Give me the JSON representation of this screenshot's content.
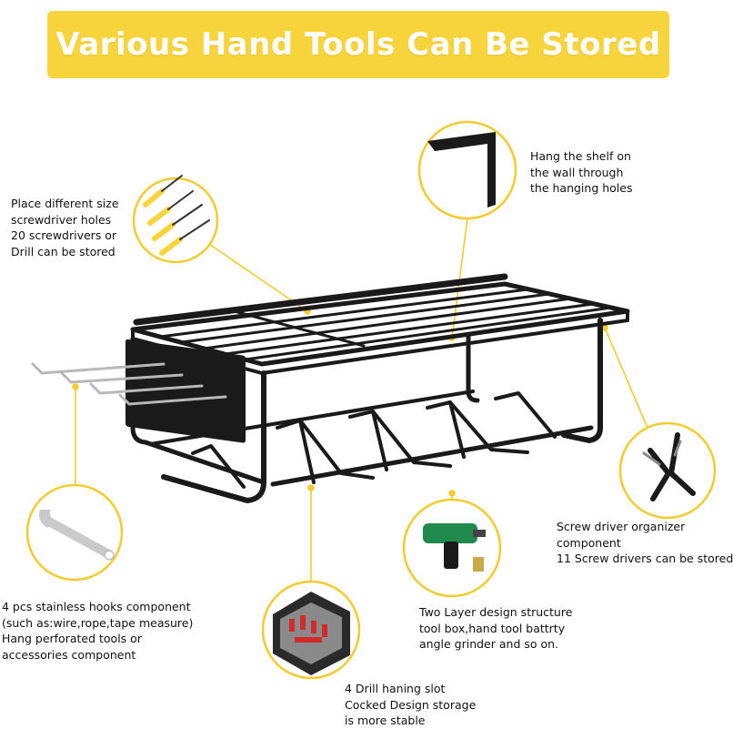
{
  "banner": {
    "title": "Various Hand Tools Can Be Stored"
  },
  "callouts": {
    "hanging_holes": [
      "Hang the shelf on",
      "the wall through",
      "the hanging holes"
    ],
    "screwdriver_holes": [
      "Place different size",
      "screwdriver holes",
      "20 screwdrivers or",
      "Drill can be stored"
    ],
    "organizer": [
      "Screw driver organizer",
      "component",
      "11 Screw drivers can be stored"
    ],
    "hooks": [
      "4 pcs stainless hooks component",
      "(such as:wire,rope,tape measure)",
      "Hang perforated tools or",
      "accessories component"
    ],
    "two_layer": [
      "Two Layer design structure",
      "tool box,hand tool battrty",
      "angle grinder and so on."
    ],
    "drill_slot": [
      "4 Drill haning slot",
      "Cocked Design storage",
      "is more stable"
    ]
  },
  "colors": {
    "banner_bg": "#f7d33c",
    "ring": "#f2cc2e",
    "shelf": "#1a1a1a",
    "hook": "#b8b8b8"
  },
  "icons": {
    "hanging_holes": "wall-bracket-icon",
    "screwdriver_holes": "screwdriver-set-icon",
    "organizer": "pliers-icon",
    "hooks": "wrench-icon",
    "two_layer": "drill-icon",
    "drill_slot": "toolbox-icon"
  }
}
